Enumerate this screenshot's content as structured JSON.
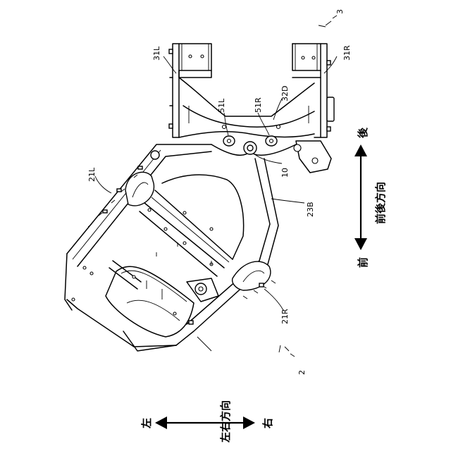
{
  "figure": {
    "ref_assembly": "3",
    "ref_frame": "2",
    "labels": {
      "31L": "31L",
      "31R": "31R",
      "32D": "32D",
      "51L": "51L",
      "51R": "51R",
      "10": "10",
      "21L": "21L",
      "21R": "21R",
      "23B": "23B"
    }
  },
  "axes": {
    "front_back": {
      "caption": "前後方向",
      "front": "前",
      "back": "後"
    },
    "left_right": {
      "caption": "左右方向",
      "left": "左",
      "right": "右"
    }
  }
}
